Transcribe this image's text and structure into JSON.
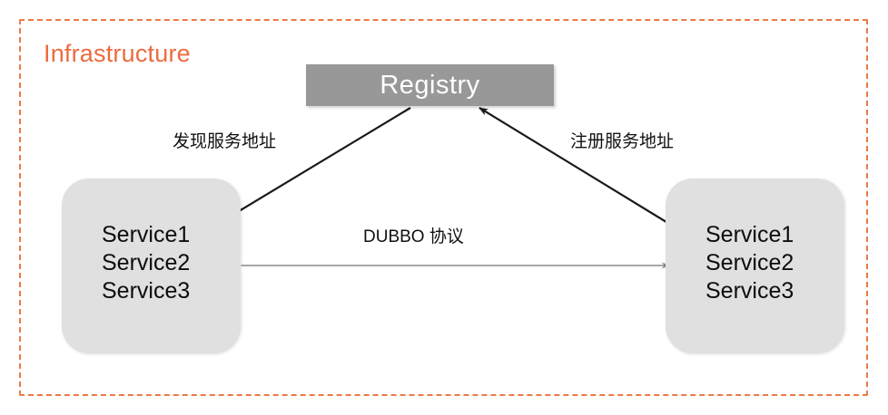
{
  "diagram": {
    "boundary": {
      "title": "Infrastructure",
      "style": "dashed",
      "color": "#ec6b3e"
    },
    "nodes": {
      "registry": {
        "label": "Registry",
        "fill": "#989898",
        "text_color": "#ffffff"
      },
      "consumer": {
        "fill": "#e0e0e0",
        "services": "Service1\nService2\nService3"
      },
      "provider": {
        "fill": "#e0e0e0",
        "services": "Service1\nService2\nService3"
      }
    },
    "edges": {
      "discover": {
        "label": "发现服务地址",
        "from": "registry",
        "to": "consumer",
        "color": "#1a1a1a"
      },
      "register": {
        "label": "注册服务地址",
        "from": "provider",
        "to": "registry",
        "color": "#1a1a1a"
      },
      "protocol": {
        "label": "DUBBO 协议",
        "from": "consumer",
        "to": "provider",
        "color": "#8a8a8a",
        "bidirectional": true
      }
    }
  }
}
